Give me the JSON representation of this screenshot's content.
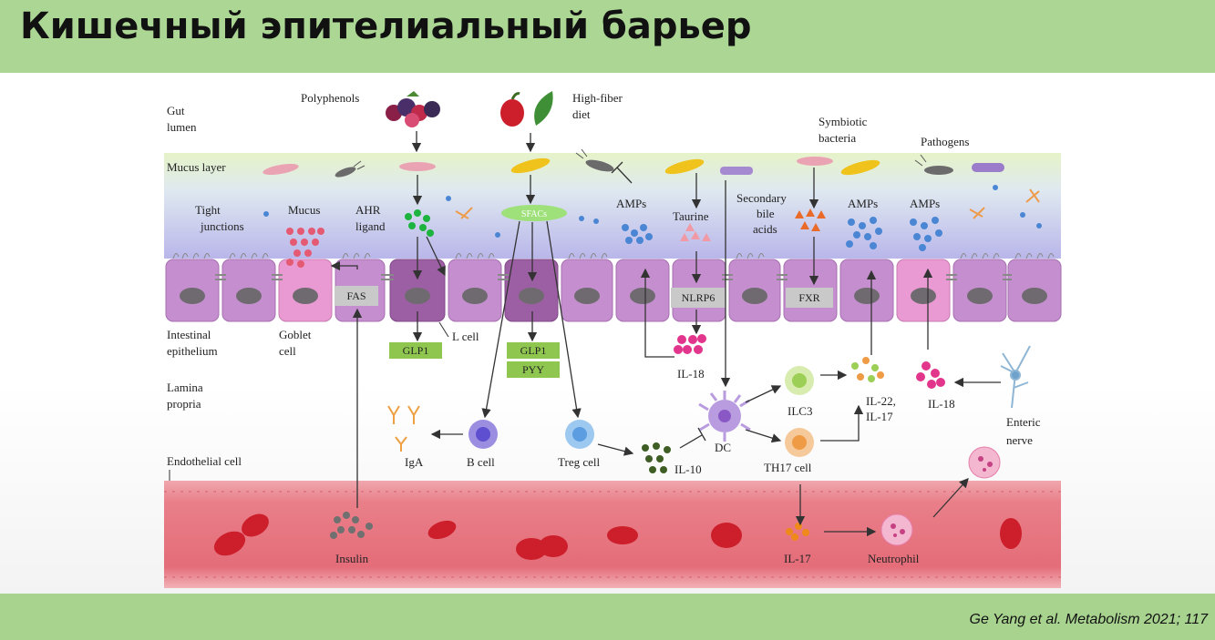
{
  "title": "Кишечный эпителиальный барьер",
  "citation": "Ge Yang et al. Metabolism 2021; 117",
  "colors": {
    "title_bar": "#acd694",
    "footer_bar": "#a7d38f",
    "mucus_layer": "#e8f3cf",
    "epithelium": "#c58fcf",
    "blood_vessel": "#e06a78",
    "red_cell": "#cc1f2b",
    "glp_box": "#8fc650"
  },
  "diagram": {
    "regions": {
      "gut_lumen": [
        "Gut",
        "lumen"
      ],
      "mucus_layer": "Mucus layer",
      "intestinal_epithelium": [
        "Intestinal",
        "epithelium"
      ],
      "lamina_propria": [
        "Lamina",
        "propria"
      ],
      "endothelial_cell": "Endothelial  cell"
    },
    "inputs": {
      "polyphenols": "Polyphenols",
      "high_fiber": [
        "High-fiber",
        "diet"
      ],
      "symbiotic": [
        "Symbiotic",
        "bacteria"
      ],
      "pathogens": "Pathogens"
    },
    "labels": {
      "tight_junctions": [
        "Tight",
        "junctions"
      ],
      "mucus": "Mucus",
      "ahr_ligand": [
        "AHR",
        "ligand"
      ],
      "sfacs": "SFACs",
      "amps_1": "AMPs",
      "taurine": "Taurine",
      "secondary_bile": [
        "Secondary",
        "bile",
        "acids"
      ],
      "amps_2": "AMPs",
      "amps_3": "AMPs",
      "goblet_cell": [
        "Goblet",
        "cell"
      ],
      "l_cell": "L cell",
      "b_cell": "B cell",
      "iga": "IgA",
      "treg_cell": "Treg cell",
      "il10": "IL-10",
      "dc": "DC",
      "il18_1": "IL-18",
      "ilc3": "ILC3",
      "th17_cell": "TH17 cell",
      "il22_17": [
        "IL-22,",
        "IL-17"
      ],
      "il18_2": "IL-18",
      "enteric_nerve": [
        "Enteric",
        "nerve"
      ],
      "insulin": "Insulin",
      "il17": "IL-17",
      "neutrophil": "Neutrophil"
    },
    "boxes": {
      "fas": "FAS",
      "glp1_a": "GLP1",
      "glp1_b": "GLP1",
      "pyy": "PYY",
      "nlrp6": "NLRP6",
      "fxr": "FXR"
    }
  }
}
